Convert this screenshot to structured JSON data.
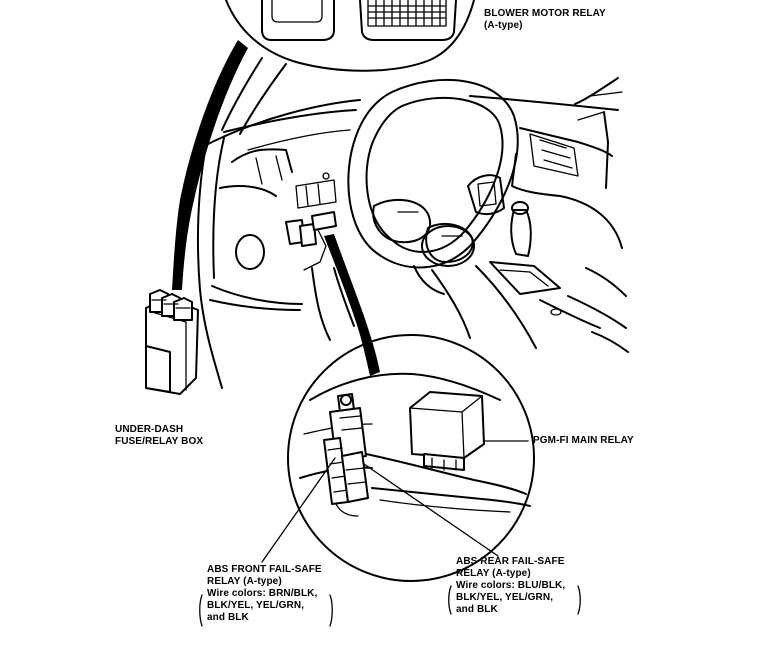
{
  "labels": {
    "blower_relay_line1": "BLOWER MOTOR RELAY",
    "blower_relay_line2": "(A-type)",
    "under_dash_line1": "UNDER-DASH",
    "under_dash_line2": "FUSE/RELAY BOX",
    "pgm_fi_main_relay": "PGM-FI MAIN RELAY",
    "abs_front": {
      "line1": "ABS FRONT FAIL-SAFE",
      "line2": "RELAY (A-type)",
      "line3": "Wire colors: BRN/BLK,",
      "line4": "BLK/YEL, YEL/GRN,",
      "line5": "and BLK"
    },
    "abs_rear": {
      "line1": "ABS REAR FAIL-SAFE",
      "line2": "RELAY (A-type)",
      "line3": "Wire colors: BLU/BLK,",
      "line4": "BLK/YEL, YEL/GRN,",
      "line5": "and BLK"
    }
  }
}
